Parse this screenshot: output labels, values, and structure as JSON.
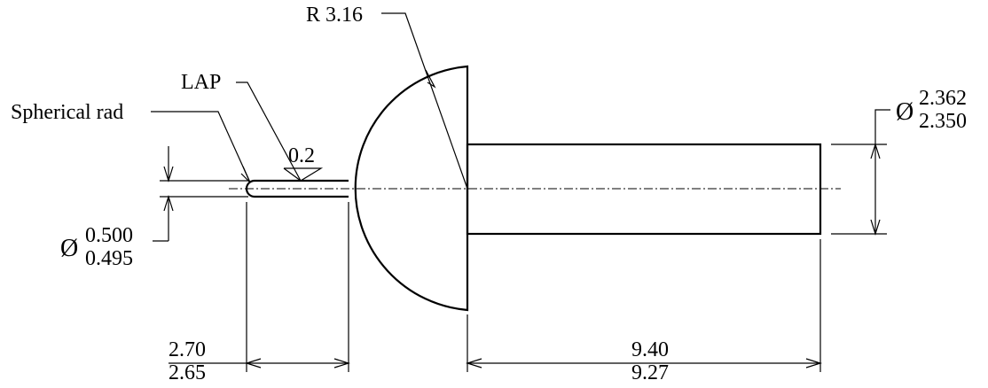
{
  "drawing": {
    "radius_label": "R 3.16",
    "lap_label": "LAP",
    "spherical_label": "Spherical rad",
    "finish_value": "0.2",
    "dia_symbol": "Ø",
    "shaft_dia_upper": "2.362",
    "shaft_dia_lower": "2.350",
    "pin_dia_upper": "0.500",
    "pin_dia_lower": "0.495",
    "pin_len_upper": "2.70",
    "pin_len_lower": "2.65",
    "shaft_len_upper": "9.40",
    "shaft_len_lower": "9.27"
  }
}
